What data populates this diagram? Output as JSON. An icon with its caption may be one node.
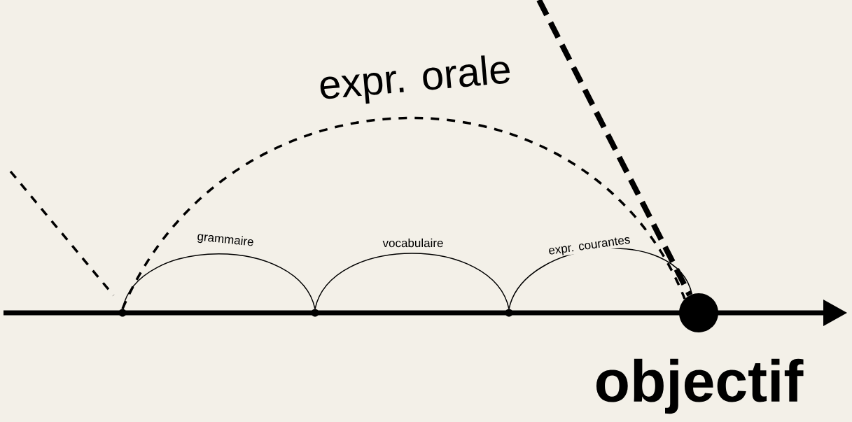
{
  "diagram": {
    "nodes": [
      {
        "text": [],
        "shape": "point"
      },
      {
        "text": [],
        "shape": "point"
      },
      {
        "text": [],
        "shape": "point"
      },
      {
        "text": [],
        "shape": "circle",
        "beside": [
          "objectif"
        ]
      }
    ],
    "edges": [
      {
        "from": 0,
        "to": 1,
        "arrow": "none",
        "label": "grammaire"
      },
      {
        "from": 1,
        "to": 2,
        "arrow": "none",
        "label": "vocabulaire"
      },
      {
        "from": 2,
        "to": 3,
        "arrow": "none",
        "label": "expr. courantes"
      },
      {
        "from": 0,
        "to": 3,
        "arrow": "none",
        "style": "dashed",
        "label": "expr. orale"
      },
      {
        "from": null,
        "to": 0,
        "arrow": "none",
        "style": "dashed"
      },
      {
        "from": null,
        "to": 3,
        "arrow": "none",
        "style": "dashed"
      }
    ]
  }
}
